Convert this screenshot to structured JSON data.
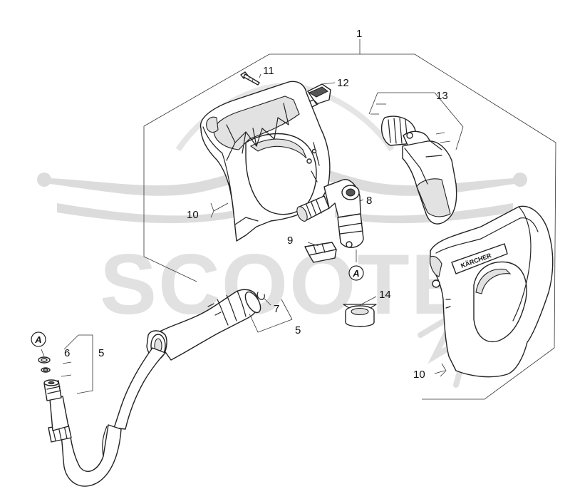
{
  "watermark": {
    "text": "SCOOTER"
  },
  "callouts": {
    "c1": "1",
    "c5a": "5",
    "c5b": "5",
    "c6": "6",
    "c7": "7",
    "c8": "8",
    "c9": "9",
    "c10a": "10",
    "c10b": "10",
    "c11": "11",
    "c12": "12",
    "c13": "13",
    "c14": "14"
  },
  "connectors": {
    "a1": "A",
    "a2": "A"
  },
  "brand_on_grip": "KÄRCHER"
}
